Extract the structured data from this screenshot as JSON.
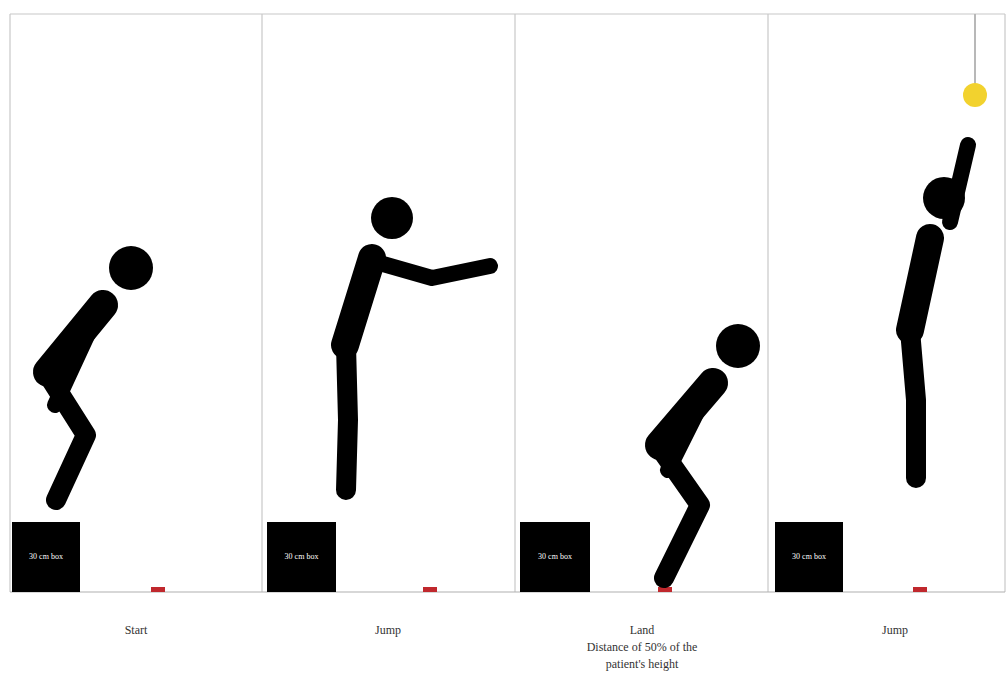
{
  "diagram": {
    "nodes": [
      {
        "text": [
          "30 cm box"
        ]
      },
      {
        "text": [
          "30 cm box"
        ]
      },
      {
        "text": [
          "30 cm box"
        ]
      },
      {
        "text": [
          "30 cm box"
        ]
      }
    ],
    "labels": [
      "Start",
      "Jump",
      "Land",
      "Distance of 50% of the patient's height",
      "Jump"
    ]
  }
}
